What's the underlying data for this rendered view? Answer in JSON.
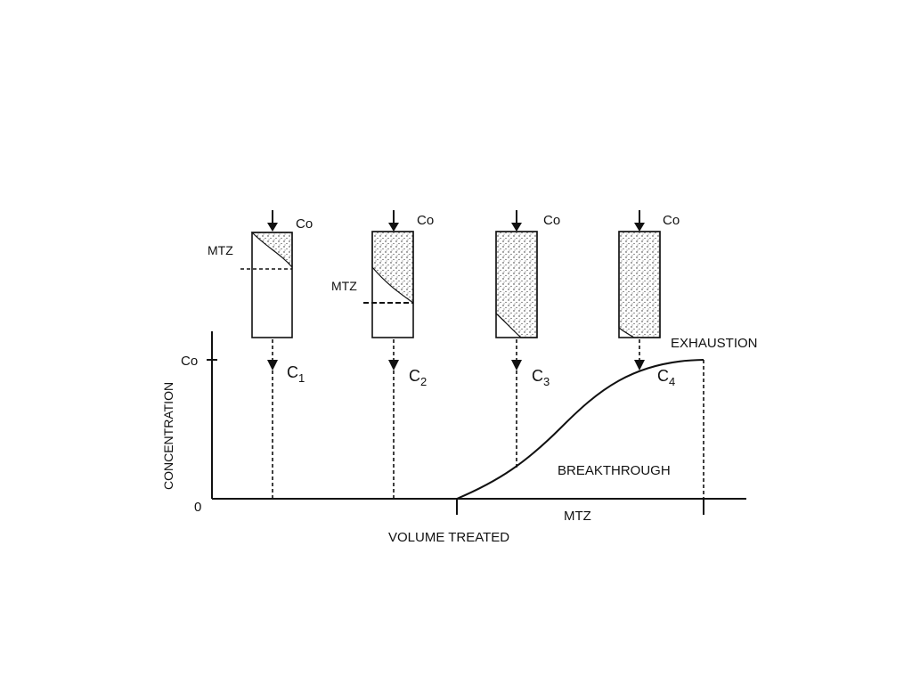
{
  "inlet_label": "Co",
  "mtz_label": "MTZ",
  "outlets": [
    {
      "letter": "C",
      "sub": "1"
    },
    {
      "letter": "C",
      "sub": "2"
    },
    {
      "letter": "C",
      "sub": "3"
    },
    {
      "letter": "C",
      "sub": "4"
    }
  ],
  "axes": {
    "y_label": "CONCENTRATION",
    "x_label": "VOLUME TREATED",
    "y_zero": "0",
    "y_top_tick": "Co"
  },
  "curve_labels": {
    "exhaustion": "EXHAUSTION",
    "breakthrough": "BREAKTHROUGH",
    "mtz_span": "MTZ"
  }
}
